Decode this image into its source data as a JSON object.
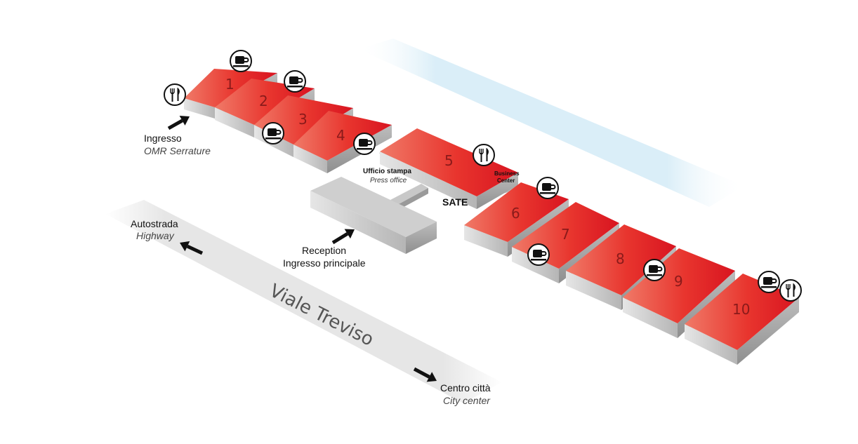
{
  "colors": {
    "hall_top_light": "#f07060",
    "hall_top_dark": "#e01a22",
    "hall_side": "#a8a8a8",
    "hall_front": "#d4d4d4",
    "reception_top": "#c4c4c4",
    "road": "#e4e4e4",
    "water": "#cfe9f6"
  },
  "halls": [
    {
      "number": "1"
    },
    {
      "number": "2"
    },
    {
      "number": "3"
    },
    {
      "number": "4"
    },
    {
      "number": "5"
    },
    {
      "number": "6"
    },
    {
      "number": "7"
    },
    {
      "number": "8"
    },
    {
      "number": "9"
    },
    {
      "number": "10"
    }
  ],
  "labels": {
    "entrance_it": "Ingresso",
    "entrance_en": "OMR Serrature",
    "highway_it": "Autostrada",
    "highway_en": "Highway",
    "reception": "Reception",
    "main_entrance": "Ingresso principale",
    "road": "Viale Treviso",
    "city_it": "Centro città",
    "city_en": "City center",
    "press_it": "Ufficio stampa",
    "press_en": "Press office",
    "business_1": "Business",
    "business_2": "Center",
    "sate": "SATE"
  },
  "icons": {
    "coffee": "coffee-cup-icon",
    "restaurant": "fork-knife-icon",
    "arrow": "direction-arrow-icon"
  }
}
